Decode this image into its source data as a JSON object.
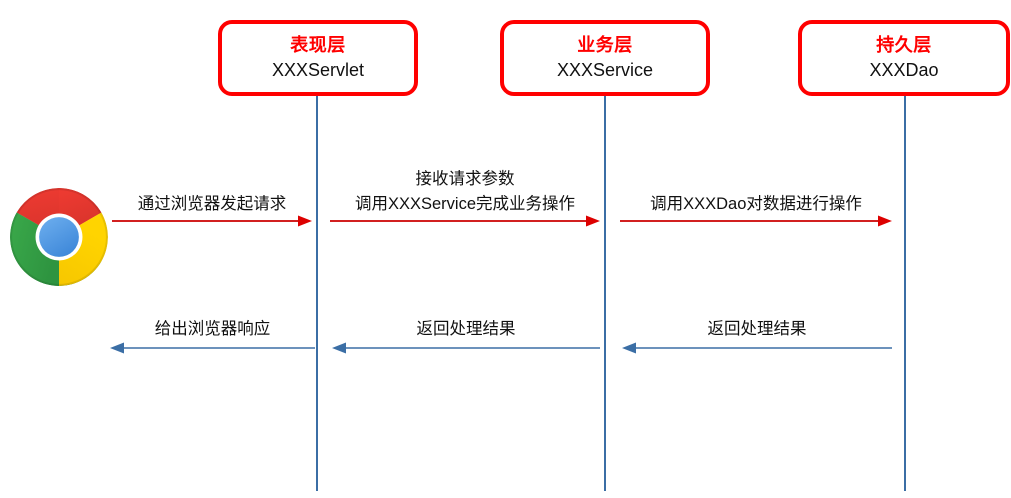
{
  "diagram": {
    "title": "Three-tier web request sequence diagram",
    "colors": {
      "participant_border": "#FF0000",
      "layer_label": "#FF0000",
      "lifeline": "#3B6EA5",
      "request_arrow": "#CC0000",
      "response_arrow": "#3B6EA5",
      "text": "#111111",
      "background": "#FFFFFF"
    }
  },
  "actor": {
    "icon": "chrome-browser-icon",
    "name": "Chrome Browser"
  },
  "participants": [
    {
      "layer": "表现层",
      "class_name": "XXXServlet"
    },
    {
      "layer": "业务层",
      "class_name": "XXXService"
    },
    {
      "layer": "持久层",
      "class_name": "XXXDao"
    }
  ],
  "messages": {
    "requests": [
      {
        "labels": [
          "通过浏览器发起请求"
        ],
        "direction": "right"
      },
      {
        "labels": [
          "接收请求参数",
          "调用XXXService完成业务操作"
        ],
        "direction": "right"
      },
      {
        "labels": [
          "调用XXXDao对数据进行操作"
        ],
        "direction": "right"
      }
    ],
    "responses": [
      {
        "labels": [
          "给出浏览器响应"
        ],
        "direction": "left"
      },
      {
        "labels": [
          "返回处理结果"
        ],
        "direction": "left"
      },
      {
        "labels": [
          "返回处理结果"
        ],
        "direction": "left"
      }
    ]
  }
}
